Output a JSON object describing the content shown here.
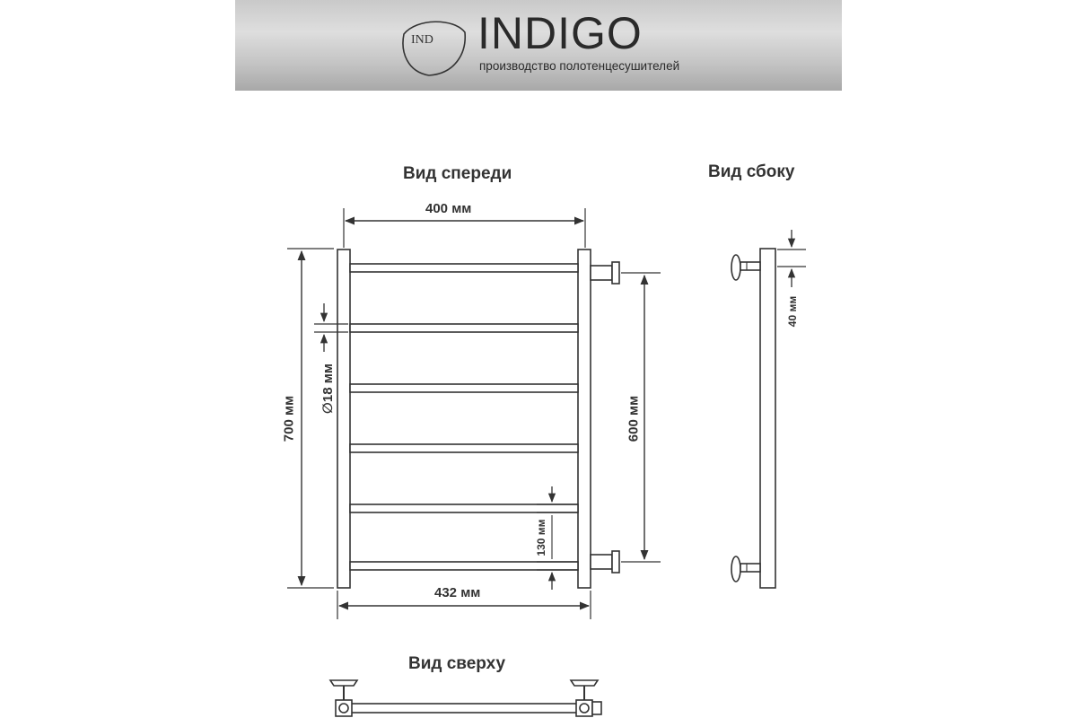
{
  "header": {
    "logo_text": "IND",
    "brand": "INDIGO",
    "tagline": "производство полотенцесушителей"
  },
  "views": {
    "front": "Вид спереди",
    "side": "Вид сбоку",
    "top": "Вид сверху"
  },
  "dimensions": {
    "width_axis": "400 мм",
    "width_total": "432 мм",
    "height_total": "700 мм",
    "height_axis": "600 мм",
    "diameter": "∅18 мм",
    "bottom_step": "130 мм",
    "wall_gap": "40 мм"
  },
  "colors": {
    "line": "#333333",
    "header_light": "#dedede",
    "header_dark": "#a8a8a8"
  }
}
